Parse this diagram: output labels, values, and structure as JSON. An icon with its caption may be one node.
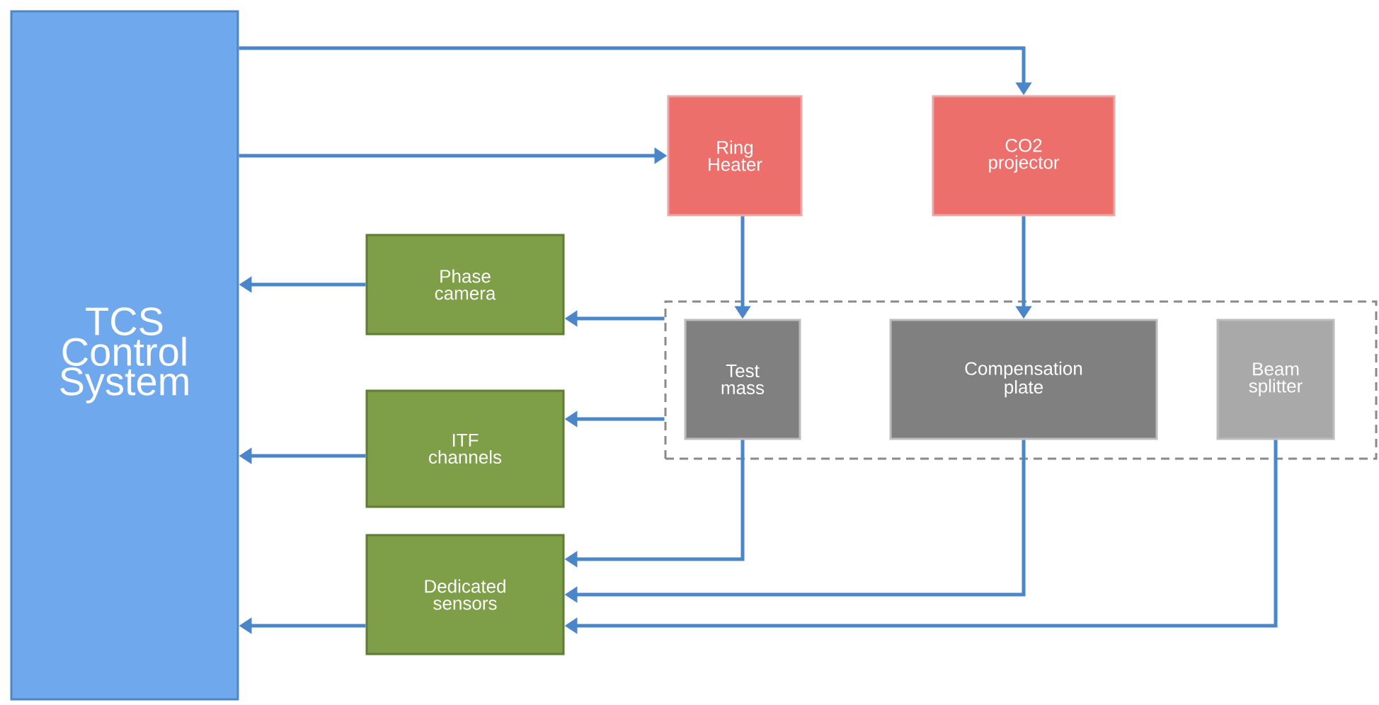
{
  "diagram": {
    "nodes": [
      {
        "text": [
          "TCS Control System"
        ]
      },
      {
        "text": [
          "Ring Heater"
        ]
      },
      {
        "text": [
          "CO2 projector"
        ]
      },
      {
        "text": [
          "Phase camera"
        ]
      },
      {
        "text": [],
        "shape": "box"
      },
      {
        "text": [
          "Test mass"
        ],
        "in": 4
      },
      {
        "text": [
          "Compensation plate"
        ],
        "in": 4
      },
      {
        "text": [
          "Beam splitter"
        ],
        "in": 4
      },
      {
        "text": [
          "ITF channels"
        ]
      },
      {
        "text": [
          "Dedicated sensors"
        ]
      }
    ],
    "edges": [
      {
        "from": 0,
        "to": 2,
        "arrow": "to"
      },
      {
        "from": 0,
        "to": 1,
        "arrow": "to"
      },
      {
        "from": 1,
        "to": 5,
        "arrow": "to"
      },
      {
        "from": 2,
        "to": 6,
        "arrow": "to"
      },
      {
        "from": 3,
        "to": 0,
        "arrow": "to"
      },
      {
        "from": 4,
        "to": 3,
        "arrow": "to"
      },
      {
        "from": 4,
        "to": 8,
        "arrow": "to"
      },
      {
        "from": 8,
        "to": 0,
        "arrow": "to"
      },
      {
        "from": 5,
        "to": 9,
        "arrow": "to"
      },
      {
        "from": 6,
        "to": 9,
        "arrow": "to"
      },
      {
        "from": 7,
        "to": 9,
        "arrow": "to"
      },
      {
        "from": 9,
        "to": 0,
        "arrow": "to"
      }
    ]
  }
}
